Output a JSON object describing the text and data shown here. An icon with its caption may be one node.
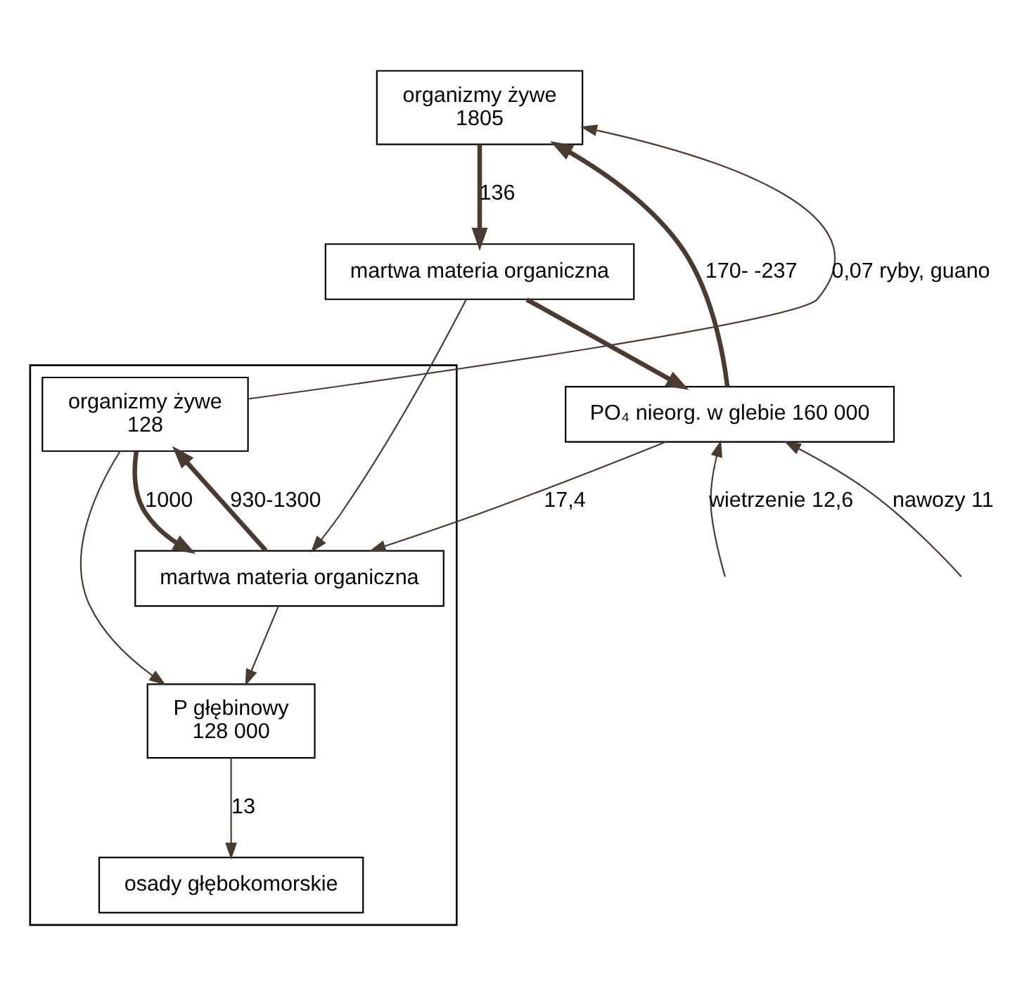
{
  "diagram": {
    "nodes": [
      {
        "text": [
          "organizmy żywe",
          "1805"
        ]
      },
      {
        "text": [
          "martwa materia organiczna"
        ]
      },
      {
        "text": [
          "PO₄ nieorg. w glebie 160 000"
        ]
      },
      {
        "text": [],
        "shape": "box"
      },
      {
        "text": [
          "organizmy żywe",
          "128"
        ],
        "in": 3
      },
      {
        "text": [
          "martwa materia organiczna"
        ],
        "in": 3
      },
      {
        "text": [
          "P głębinowy",
          "128 000"
        ],
        "in": 3
      },
      {
        "text": [
          "osady głębokomorskie"
        ],
        "in": 3
      }
    ],
    "edges": [
      {
        "from": 4,
        "to": 0,
        "arrow": "to",
        "label": "0,07 ryby, guano"
      },
      {
        "from": 2,
        "to": 0,
        "arrow": "to",
        "label": "170- -237",
        "style": "thick"
      },
      {
        "from": 0,
        "to": 1,
        "arrow": "to",
        "label": "136",
        "style": "thick"
      },
      {
        "from": 1,
        "to": 2,
        "arrow": "to",
        "style": "thick"
      },
      {
        "from": 1,
        "to": 5,
        "arrow": "to"
      },
      {
        "from": 2,
        "to": 5,
        "arrow": "to",
        "label": "17,4"
      },
      {
        "from": 5,
        "to": 4,
        "arrow": "to",
        "label": "930-1300",
        "style": "thick"
      },
      {
        "from": 4,
        "to": 5,
        "arrow": "to",
        "label": "1000",
        "style": "thick"
      },
      {
        "from": 5,
        "to": 6,
        "arrow": "to"
      },
      {
        "from": 4,
        "to": 6,
        "arrow": "to"
      },
      {
        "from": 6,
        "to": 7,
        "arrow": "to",
        "label": "13"
      },
      {
        "from": null,
        "to": 2,
        "arrow": "to",
        "label": "nawozy 11"
      },
      {
        "from": null,
        "to": 2,
        "arrow": "to",
        "label": "wietrzenie 12,6"
      }
    ]
  }
}
